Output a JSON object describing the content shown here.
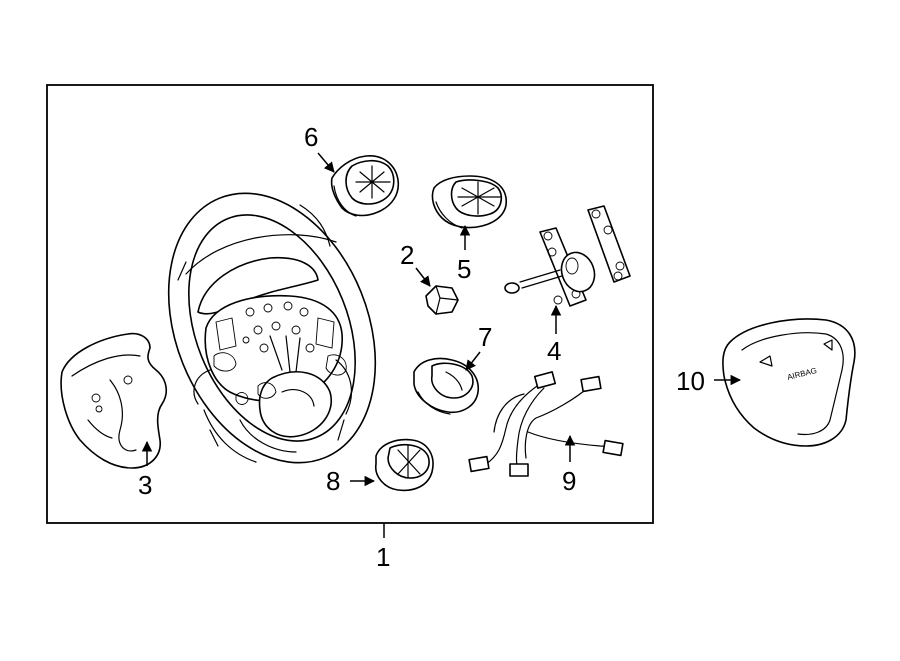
{
  "callouts": {
    "c1": "1",
    "c2": "2",
    "c3": "3",
    "c4": "4",
    "c5": "5",
    "c6": "6",
    "c7": "7",
    "c8": "8",
    "c9": "9",
    "c10": "10"
  },
  "airbag_emboss": "AIRBAG",
  "colors": {
    "line": "#000000",
    "background": "#ffffff"
  }
}
